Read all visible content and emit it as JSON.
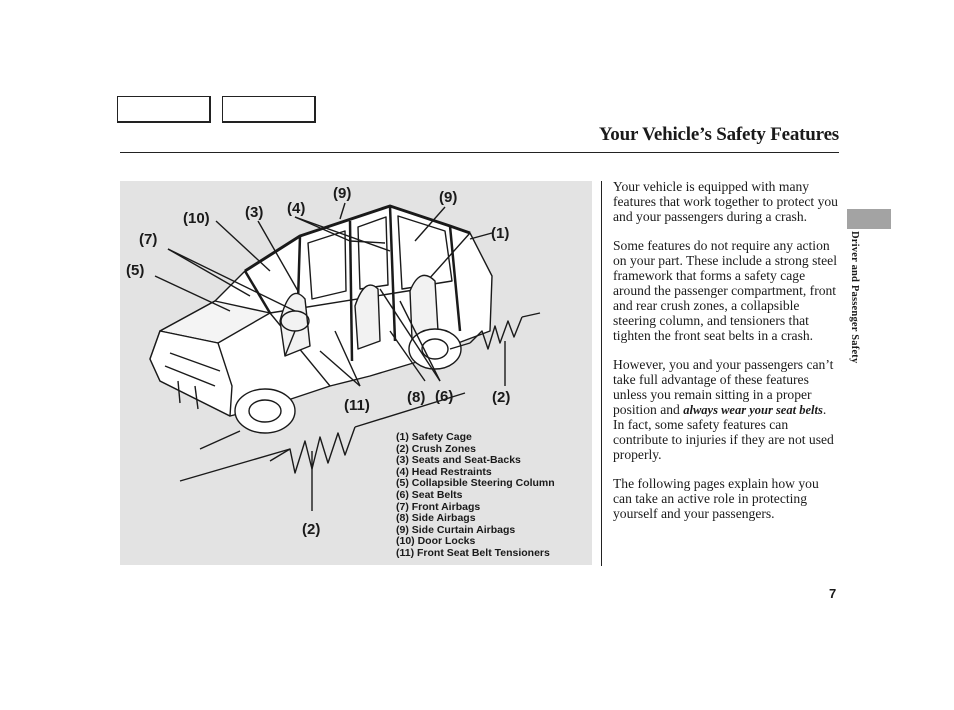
{
  "header": {
    "title": "Your Vehicle’s Safety Features"
  },
  "figure": {
    "callouts": [
      {
        "label": "(9)"
      },
      {
        "label": "(9)"
      },
      {
        "label": "(10)"
      },
      {
        "label": "(3)"
      },
      {
        "label": "(4)"
      },
      {
        "label": "(1)"
      },
      {
        "label": "(7)"
      },
      {
        "label": "(5)"
      },
      {
        "label": "(11)"
      },
      {
        "label": "(8)"
      },
      {
        "label": "(6)"
      },
      {
        "label": "(2)"
      },
      {
        "label": "(2)"
      }
    ],
    "legend": [
      "(1) Safety Cage",
      "(2) Crush Zones",
      "(3) Seats and Seat-Backs",
      "(4) Head Restraints",
      "(5) Collapsible Steering Column",
      "(6) Seat Belts",
      "(7) Front Airbags",
      "(8) Side Airbags",
      "(9) Side Curtain Airbags",
      "(10) Door Locks",
      "(11) Front Seat Belt Tensioners"
    ]
  },
  "body": {
    "p1": "Your vehicle is equipped with many features that work together to protect you and your passengers during a crash.",
    "p2": "Some features do not require any action on your part. These include a strong steel framework that forms a safety cage around the passenger compartment, front and rear crush zones, a collapsible steering column, and tensioners that tighten the front seat belts in a crash.",
    "p3_before": "However, you and your passengers can’t take full advantage of these features unless you remain sitting in a proper position and ",
    "p3_emphasis": "always wear your seat belts",
    "p3_after": ". In fact, some safety features can contribute to injuries if they are not used properly.",
    "p4": "The following pages explain how you can take an active role in protecting yourself and your passengers."
  },
  "sidebar": {
    "section_label": "Driver and Passenger Safety",
    "tab_color": "#a3a3a3"
  },
  "footer": {
    "page_number": "7"
  },
  "colors": {
    "figure_background": "#e3e3e3",
    "text": "#1a1a1a"
  }
}
